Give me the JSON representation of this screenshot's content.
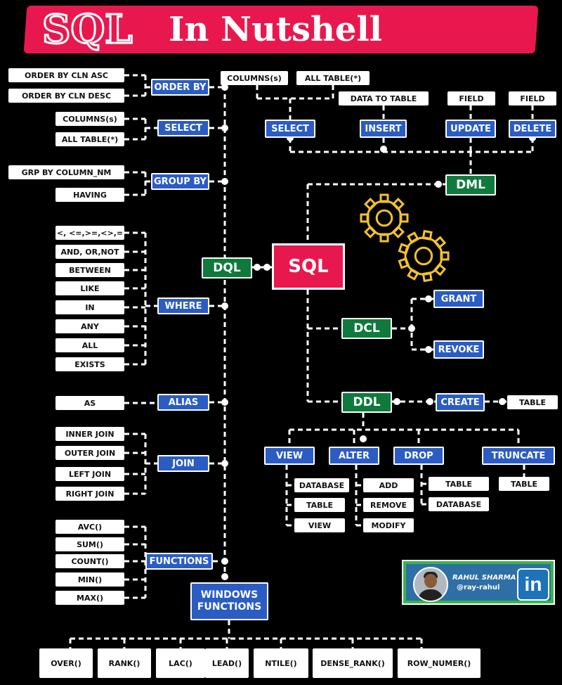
{
  "title": {
    "sql": "SQL",
    "rest": "In Nutshell"
  },
  "center": "SQL",
  "dql": {
    "label": "DQL",
    "order_by": {
      "label": "ORDER BY",
      "items": [
        "ORDER BY CLN ASC",
        "ORDER BY CLN DESC"
      ]
    },
    "select": {
      "label": "SELECT",
      "items": [
        "COLUMNS(s)",
        "ALL TABLE(*)"
      ]
    },
    "group_by": {
      "label": "GROUP BY",
      "items": [
        "GRP BY COLUMN_NM",
        "HAVING"
      ]
    },
    "where": {
      "label": "WHERE",
      "items": [
        "<, <=,>=,<>,=",
        "AND, OR,NOT",
        "BETWEEN",
        "LIKE",
        "IN",
        "ANY",
        "ALL",
        "EXISTS"
      ]
    },
    "alias": {
      "label": "ALIAS",
      "items": [
        "AS"
      ]
    },
    "join": {
      "label": "JOIN",
      "items": [
        "INNER JOIN",
        "OUTER JOIN",
        "LEFT JOIN",
        "RIGHT JOIN"
      ]
    },
    "functions": {
      "label": "FUNCTIONS",
      "items": [
        "AVC()",
        "SUM()",
        "COUNT()",
        "MIN()",
        "MAX()"
      ]
    },
    "windows": {
      "label": "WINDOWS FUNCTIONS",
      "items": [
        "OVER()",
        "RANK()",
        "LAC()",
        "LEAD()",
        "NTILE()",
        "DENSE_RANK()",
        "ROW_NUMER()"
      ]
    }
  },
  "dml": {
    "label": "DML",
    "select": {
      "label": "SELECT",
      "items": [
        "COLUMNS(s)",
        "ALL TABLE(*)"
      ]
    },
    "insert": {
      "label": "INSERT",
      "items": [
        "DATA TO TABLE"
      ]
    },
    "update": {
      "label": "UPDATE",
      "items": [
        "FIELD"
      ]
    },
    "delete": {
      "label": "DELETE",
      "items": [
        "FIELD"
      ]
    }
  },
  "dcl": {
    "label": "DCL",
    "items": [
      "GRANT",
      "REVOKE"
    ]
  },
  "ddl": {
    "label": "DDL",
    "create": {
      "label": "CREATE",
      "items": [
        "TABLE"
      ]
    },
    "view": {
      "label": "VIEW",
      "items": [
        "DATABASE",
        "TABLE",
        "VIEW"
      ]
    },
    "alter": {
      "label": "ALTER",
      "items": [
        "ADD",
        "REMOVE",
        "MODIFY"
      ]
    },
    "drop": {
      "label": "DROP",
      "items": [
        "TABLE",
        "DATABASE"
      ]
    },
    "truncate": {
      "label": "TRUNCATE",
      "items": [
        "TABLE"
      ]
    }
  },
  "author": {
    "name": "RAHUL SHARMA",
    "handle": "@ray-rahul",
    "network": "in"
  },
  "colors": {
    "accent": "#e8184f",
    "blue": "#2a5cc4",
    "green": "#0f7a3c",
    "gear": "#f2c230",
    "background": "#000000"
  },
  "icons": [
    "gears-icon",
    "linkedin-icon",
    "avatar"
  ]
}
